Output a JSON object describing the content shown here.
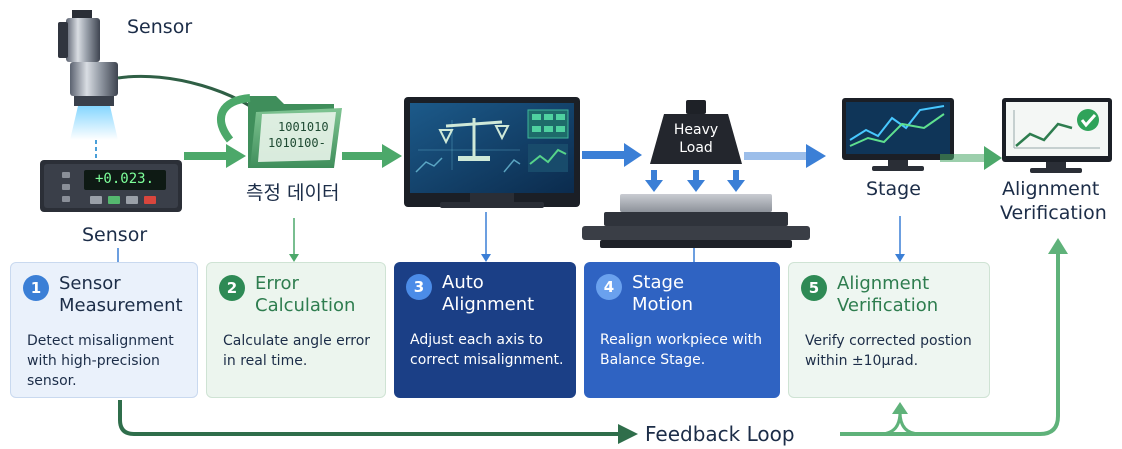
{
  "top_labels": {
    "sensor_device": "Sensor",
    "sensor_readout": "Sensor",
    "display_value": "+0.023.",
    "data_bits_line1": "1001010",
    "data_bits_line2": "1010100-",
    "data_label": "측정 데이터",
    "heavy_load_line1": "Heavy",
    "heavy_load_line2": "Load",
    "stage": "Stage",
    "alignment_verification_line1": "Alignment",
    "alignment_verification_line2": "Verification"
  },
  "steps": [
    {
      "number": "1",
      "title": [
        "Sensor",
        "Measurement"
      ],
      "description": [
        "Detect misalignment",
        "with high-precision",
        "sensor."
      ]
    },
    {
      "number": "2",
      "title": [
        "Error",
        "Calculation"
      ],
      "description": [
        "Calculate angle error",
        "in real time."
      ]
    },
    {
      "number": "3",
      "title": [
        "Auto",
        "Alignment"
      ],
      "description": [
        "Adjust each axis to",
        "correct misalignment."
      ]
    },
    {
      "number": "4",
      "title": [
        "Stage",
        "Motion"
      ],
      "description": [
        "Realign workpiece with",
        "Balance Stage."
      ]
    },
    {
      "number": "5",
      "title": [
        "Alignment",
        "Verification"
      ],
      "description": [
        "Verify corrected postion",
        "within ±10μrad."
      ]
    }
  ],
  "feedback_loop_label": "Feedback Loop",
  "colors": {
    "green_arrow": "#4ca86a",
    "blue_arrow": "#3b7fd6",
    "dark_green_loop": "#2f6e4b",
    "card1_bg": "#eaf1fb",
    "card2_bg": "#ecf5ee",
    "card3_bg": "#1b3f86",
    "card4_bg": "#2f63c2",
    "card5_bg": "#eef6f1",
    "navy_text": "#1c2d48",
    "green_text": "#2e7d4f"
  }
}
